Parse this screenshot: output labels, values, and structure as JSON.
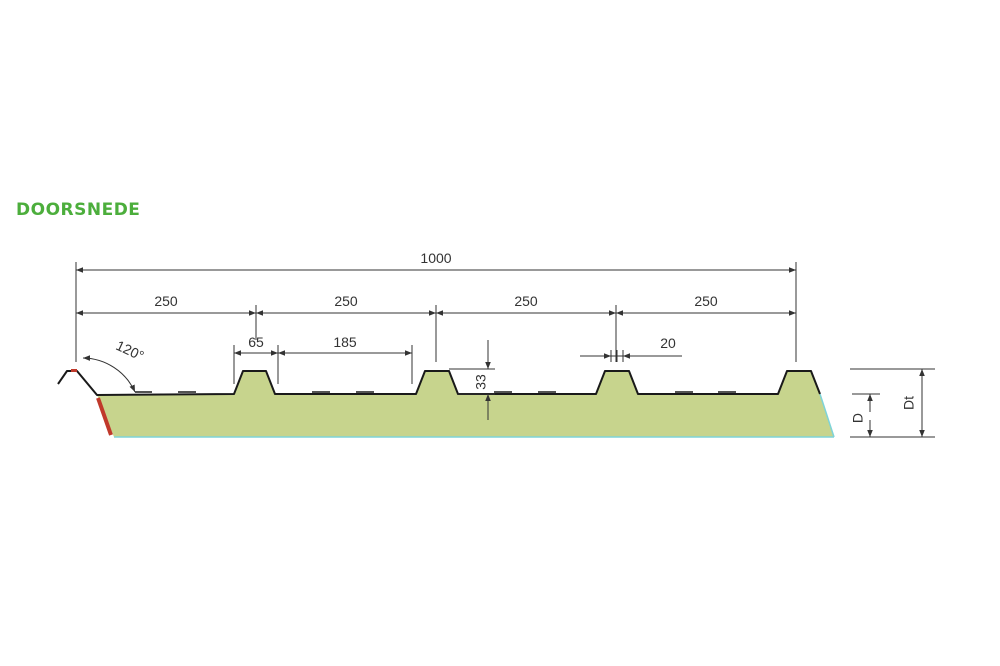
{
  "title": "DOORSNEDE",
  "colors": {
    "title": "#4cae3c",
    "core_fill": "#c7d48d",
    "sheet_stroke": "#1a1a1a",
    "edge_seal": "#c0392b",
    "bottom_edge": "#7ed3d8",
    "dimension": "#333333"
  },
  "dimensions": {
    "total_width": "1000",
    "rib_pitch": [
      "250",
      "250",
      "250",
      "250"
    ],
    "rib_top": "65",
    "rib_gap": "185",
    "rib_height": "33",
    "detail": "20",
    "angle": "120°",
    "thickness_core": "D",
    "thickness_total": "Dt"
  }
}
